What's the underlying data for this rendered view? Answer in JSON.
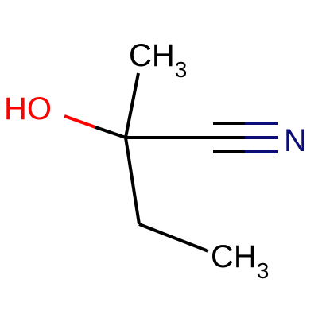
{
  "molecule": {
    "atoms": {
      "methyl_top": {
        "main": "CH",
        "sub": "3",
        "color": "#000000"
      },
      "hydroxyl": {
        "main": "HO",
        "color": "#ff0000"
      },
      "nitrogen": {
        "main": "N",
        "color": "#0d0d7a"
      },
      "methyl_bottom": {
        "main": "CH",
        "sub": "3",
        "color": "#000000"
      }
    },
    "colors": {
      "bond": "#000000",
      "oxygen": "#ff0000",
      "nitrogen": "#0d0d7a"
    }
  }
}
